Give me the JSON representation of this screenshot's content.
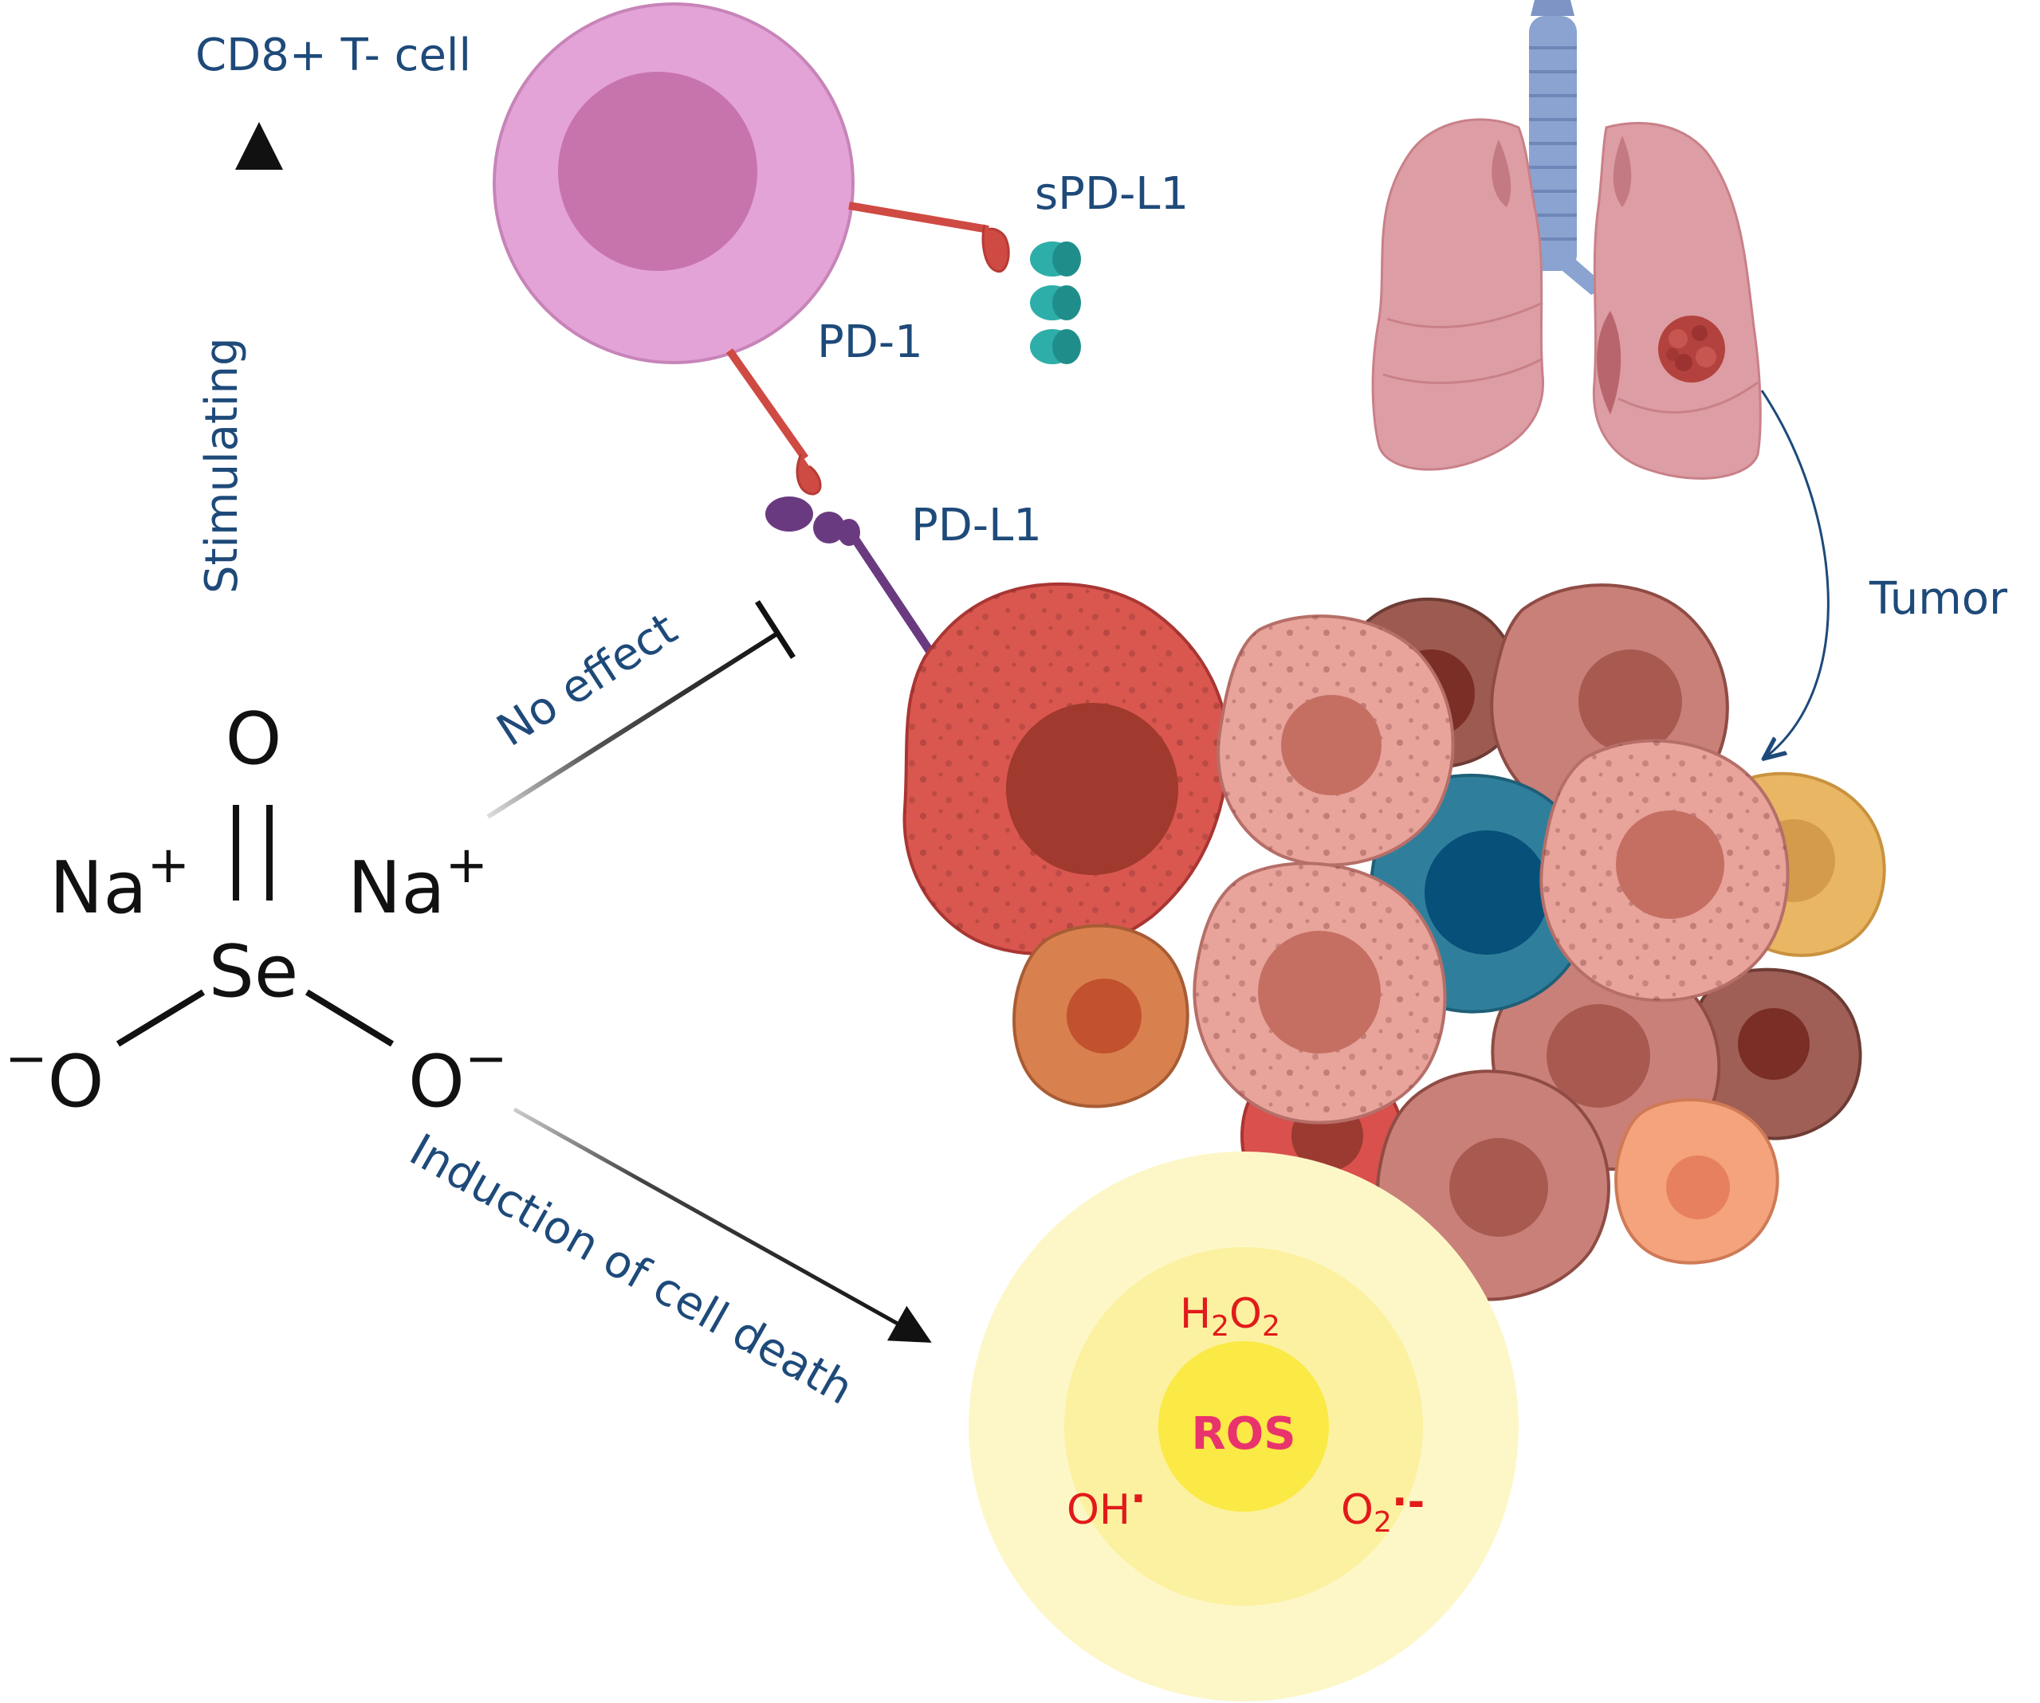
{
  "labels": {
    "cd8": "CD8+ T- cell",
    "spdl1": "sPD-L1",
    "pd1": "PD-1",
    "pdl1": "PD-L1",
    "tumor": "Tumor",
    "stimulating": "Stimulating",
    "no_effect": "No effect",
    "induction": "Induction of cell death"
  },
  "molecule": {
    "oxygen_top": "O",
    "na_left": "Na",
    "na_right": "Na",
    "charge_plus": "+",
    "selenium": "Se",
    "o_left": "O",
    "o_right": "O",
    "charge_minus": "−"
  },
  "ros": {
    "center": "ROS",
    "h2o2": {
      "h": "H",
      "sub1": "2",
      "o": "O",
      "sub2": "2"
    },
    "oh": {
      "text": "OH",
      "dot": "·"
    },
    "o2": {
      "text": "O",
      "sub": "2",
      "radical": "·-"
    }
  },
  "colors": {
    "label_blue": "#1e4a7a",
    "ros_red": "#e21a1a",
    "ros_center": "#e8336d",
    "tcell_outer": "#e4a3d6",
    "tcell_inner": "#c774ad",
    "pd1": "#cf4a43",
    "pdl1": "#6a3a80",
    "spdl1": "#2eaea9"
  }
}
